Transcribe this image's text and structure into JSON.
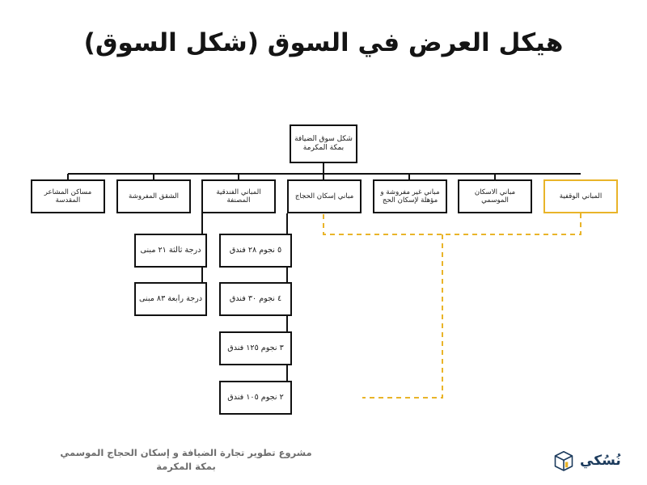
{
  "slide": {
    "title": "هيكل العرض في السوق (شكل السوق)",
    "background_color": "#FFFFFF",
    "accent_color": "#E9B429",
    "line_color": "#111111"
  },
  "footer": {
    "line1": "مشروع تطوير تجارة الضيافة و إسكان الحجاج الموسمي",
    "line2": "بمكة المكرمة",
    "logo_word": "نُسُكي",
    "logo_icon": "cube-icon"
  },
  "chart_data": {
    "type": "diagram",
    "title": "هيكل العرض في السوق (شكل السوق)",
    "orientation": "rtl-top-down-tree",
    "root": {
      "id": "root",
      "label": "شكل سوق الضيافة بمكة المكرمة",
      "highlight": false
    },
    "level1": [
      {
        "id": "n1",
        "label": "مساكن المشاعر المقدسة",
        "highlight": false
      },
      {
        "id": "n2",
        "label": "الشقق المفروشة",
        "highlight": false
      },
      {
        "id": "n3",
        "label": "المباني الفندقية المصنفة",
        "highlight": false
      },
      {
        "id": "n4",
        "label": "مباني إسكان الحجاج",
        "highlight": false
      },
      {
        "id": "n5",
        "label": "مباني غير مفروشة و مؤهلة لإسكان الحج",
        "highlight": false
      },
      {
        "id": "n6",
        "label": "مباني الاسكان الموسمي",
        "highlight": false
      },
      {
        "id": "n7",
        "label": "المباني الوقفية",
        "highlight": true
      }
    ],
    "level2": {
      "n2": [
        {
          "id": "n2a",
          "label": "درجة ثالثة ٢١ مبنى",
          "category": "درجة ثالثة",
          "count": 21,
          "unit": "مبنى"
        },
        {
          "id": "n2b",
          "label": "درجة رابعة ٨٣ مبنى",
          "category": "درجة رابعة",
          "count": 83,
          "unit": "مبنى"
        }
      ],
      "n3": [
        {
          "id": "n3a",
          "label": "٥ نجوم ٢٨ فندق",
          "category": "٥ نجوم",
          "count": 28,
          "unit": "فندق"
        },
        {
          "id": "n3b",
          "label": "٤ نجوم ٣٠ فندق",
          "category": "٤ نجوم",
          "count": 30,
          "unit": "فندق"
        },
        {
          "id": "n3c",
          "label": "٣ نجوم ١٢٥ فندق",
          "category": "٣ نجوم",
          "count": 125,
          "unit": "فندق"
        },
        {
          "id": "n3d",
          "label": "٢ نجوم ١٠٥ فندق",
          "category": "٢ نجوم",
          "count": 105,
          "unit": "فندق"
        }
      ]
    },
    "dashed_links": [
      {
        "from": "n7",
        "to": "n4",
        "style": "dashed",
        "color": "#E9B429"
      },
      {
        "from": "n7",
        "to": "n3d",
        "style": "dashed",
        "color": "#E9B429"
      }
    ],
    "legend": [],
    "grid": false
  }
}
